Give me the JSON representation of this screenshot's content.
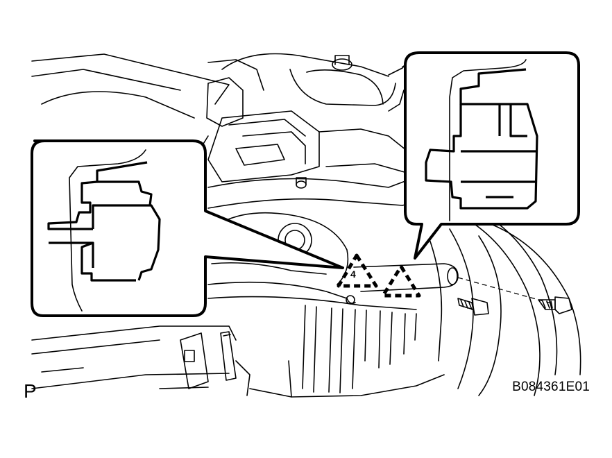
{
  "labels": {
    "view_code": "P",
    "figure_id": "B084361E01"
  },
  "colors": {
    "ink": "#000000",
    "paper": "#ffffff"
  },
  "parts": {
    "clips": 2,
    "screws": 2,
    "callouts": 2
  }
}
